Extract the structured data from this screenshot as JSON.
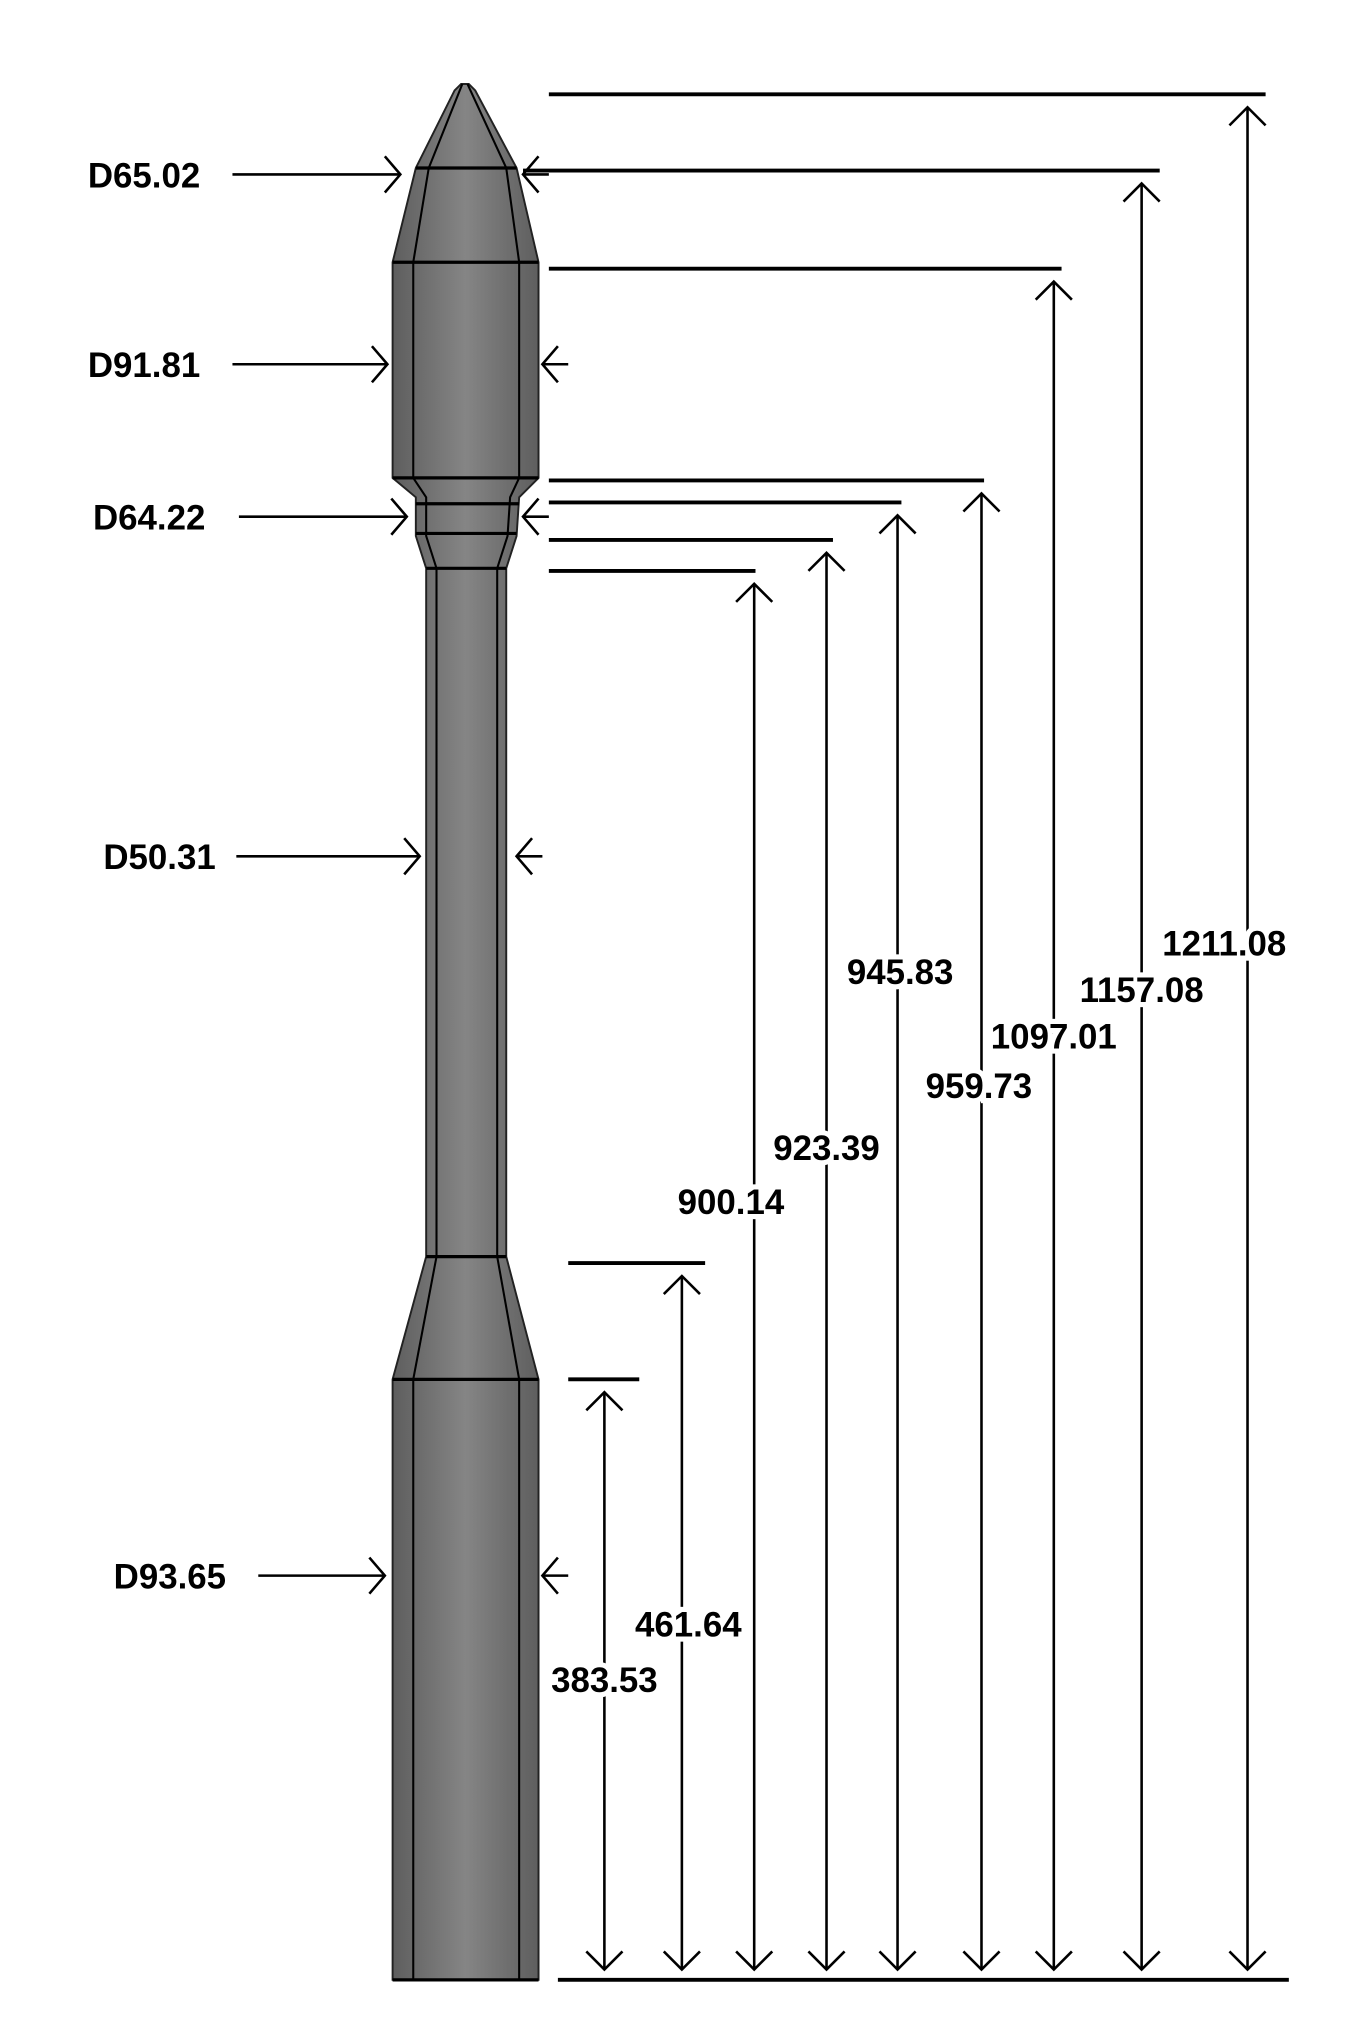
{
  "diagram": {
    "colors": {
      "body_dark": "#5e5e5e",
      "body_mid": "#6e6e6e",
      "body_light": "#858585",
      "line": "#000000"
    },
    "diameters": [
      {
        "id": "d1",
        "label": "D65.02"
      },
      {
        "id": "d2",
        "label": "D91.81"
      },
      {
        "id": "d3",
        "label": "D64.22"
      },
      {
        "id": "d4",
        "label": "D50.31"
      },
      {
        "id": "d5",
        "label": "D93.65"
      }
    ],
    "lengths": [
      {
        "id": "l1",
        "label": "1211.08"
      },
      {
        "id": "l2",
        "label": "1157.08"
      },
      {
        "id": "l3",
        "label": "1097.01"
      },
      {
        "id": "l4",
        "label": "959.73"
      },
      {
        "id": "l5",
        "label": "945.83"
      },
      {
        "id": "l6",
        "label": "923.39"
      },
      {
        "id": "l7",
        "label": "900.14"
      },
      {
        "id": "l8",
        "label": "461.64"
      },
      {
        "id": "l9",
        "label": "383.53"
      }
    ]
  }
}
